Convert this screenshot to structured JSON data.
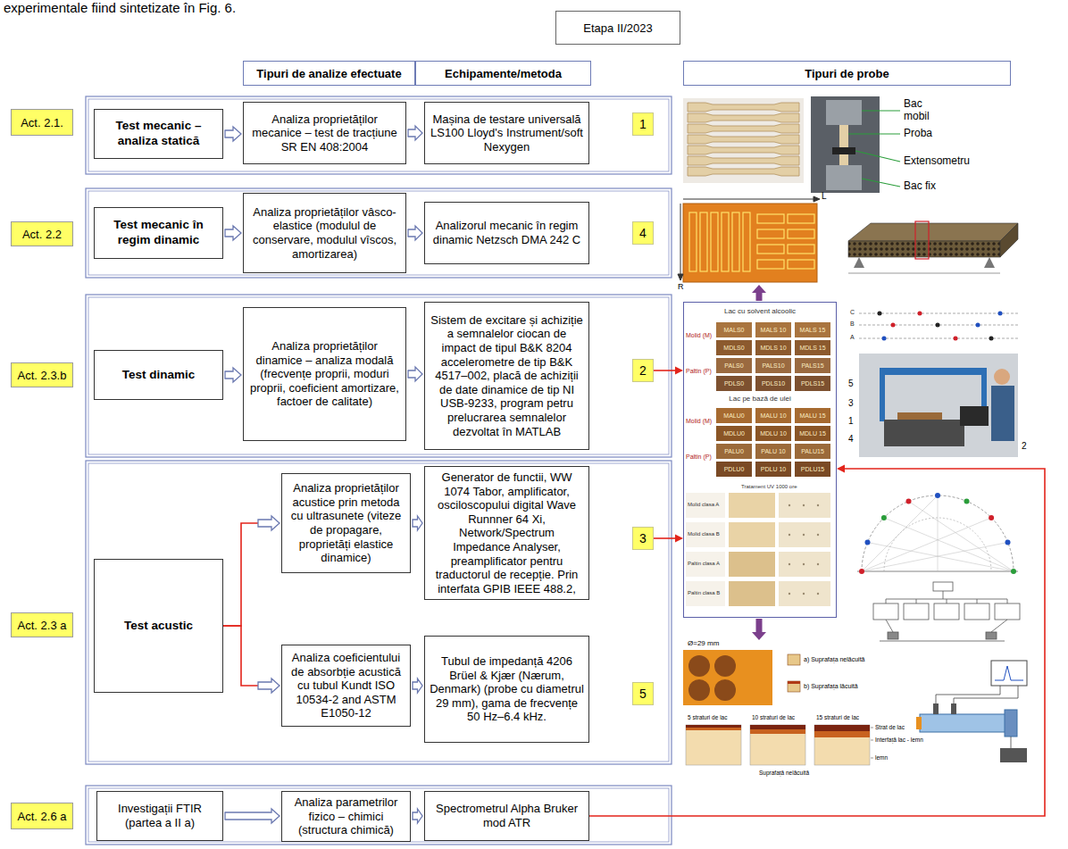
{
  "diagram": {
    "nodes": [
      {
        "text": [
          "Etapa II/2023"
        ]
      },
      {
        "text": [
          "Tipuri de analize efectuate"
        ]
      },
      {
        "text": [
          "Echipamente/metoda"
        ]
      },
      {
        "text": [
          "Tipuri de probe"
        ]
      },
      {
        "text": [
          "Act. 2.1."
        ]
      },
      {
        "text": [
          "Test mecanic – analiza statică"
        ]
      },
      {
        "text": [
          "Analiza proprietăților mecanice – test de tracțiune SR EN 408:2004"
        ]
      },
      {
        "text": [
          "Mașina de testare universală LS100 Lloyd's Instrument/soft Nexygen"
        ]
      },
      {
        "text": [
          "1"
        ]
      },
      {
        "text": [
          "Act. 2.2"
        ]
      },
      {
        "text": [
          "Test mecanic în regim dinamic"
        ]
      },
      {
        "text": [
          "Analiza proprietăților vâsco-elastice (modulul de conservare, modulul vîscos, amortizarea)"
        ]
      },
      {
        "text": [
          "Analizorul mecanic în regim dinamic Netzsch DMA 242 C"
        ]
      },
      {
        "text": [
          "4"
        ]
      },
      {
        "text": [
          "Act. 2.3.b"
        ]
      },
      {
        "text": [
          "Test dinamic"
        ]
      },
      {
        "text": [
          "Analiza proprietăților dinamice – analiza modală (frecvențe proprii, moduri proprii, coeficient amortizare, factoer de calitate)"
        ]
      },
      {
        "text": [
          "Sistem de excitare și achiziție a semnalelor ciocan de impact de tipul B&K 8204 accelerometre de tip B&K 4517–002, placă de achiziții de date dinamice de tip NI USB-9233, program petru prelucrarea semnalelor dezvoltat în MATLAB"
        ]
      },
      {
        "text": [
          "2"
        ]
      },
      {
        "text": [
          "Act. 2.3 a"
        ]
      },
      {
        "text": [
          "Test acustic"
        ]
      },
      {
        "text": [
          "Analiza proprietăților acustice prin metoda cu ultrasunete (viteze de propagare, proprietăți elastice dinamice)"
        ]
      },
      {
        "text": [
          "Generator de functii, WW 1074 Tabor, amplificator, osciloscopului digital Wave Runnner 64 Xi, Network/Spectrum Impedance Analyser, preamplificator pentru traductorul de recepție. Prin interfata GPIB IEEE 488.2,"
        ]
      },
      {
        "text": [
          "3"
        ]
      },
      {
        "text": [
          "Analiza coeficientului de absorbție acustică cu tubul Kundt ISO 10534-2 and ASTM E1050-12"
        ]
      },
      {
        "text": [
          "Tubul de impedanță 4206 Brüel & Kjær (Nærum, Denmark) (probe cu diametrul 29 mm), gama de frecvențe 50 Hz–6.4 kHz."
        ]
      },
      {
        "text": [
          "5"
        ]
      },
      {
        "text": [
          "Act. 2.6 a"
        ]
      },
      {
        "text": [
          "Investigații FTIR (partea a II a)"
        ]
      },
      {
        "text": [
          "Analiza parametrilor fizico – chimici (structura chimică)"
        ]
      },
      {
        "text": [
          "Spectrometrul Alpha Bruker mod ATR"
        ]
      },
      {
        "text": [
          "Lac cu solvent alcoolic",
          "Lac pe bază de ulei"
        ]
      },
      {
        "text": [
          "MALS0"
        ],
        "in": 31
      },
      {
        "text": [
          "MALS 10"
        ],
        "in": 31
      },
      {
        "text": [
          "MALS 15"
        ],
        "in": 31
      },
      {
        "text": [
          "MDLS0"
        ],
        "in": 31
      },
      {
        "text": [
          "MDLS 10"
        ],
        "in": 31
      },
      {
        "text": [
          "MDLS 15"
        ],
        "in": 31
      },
      {
        "text": [
          "PALS0"
        ],
        "in": 31
      },
      {
        "text": [
          "PALS10"
        ],
        "in": 31
      },
      {
        "text": [
          "PALS15"
        ],
        "in": 31
      },
      {
        "text": [
          "PDLS0"
        ],
        "in": 31
      },
      {
        "text": [
          "PDLS10"
        ],
        "in": 31
      },
      {
        "text": [
          "PDLS15"
        ],
        "in": 31
      },
      {
        "text": [
          "MALU0"
        ],
        "in": 31
      },
      {
        "text": [
          "MALU 10"
        ],
        "in": 31
      },
      {
        "text": [
          "MALU 15"
        ],
        "in": 31
      },
      {
        "text": [
          "MDLU0"
        ],
        "in": 31
      },
      {
        "text": [
          "MDLU 10"
        ],
        "in": 31
      },
      {
        "text": [
          "MDLU 15"
        ],
        "in": 31
      },
      {
        "text": [
          "PALU0"
        ],
        "in": 31
      },
      {
        "text": [
          "PALU 10"
        ],
        "in": 31
      },
      {
        "text": [
          "PALU15"
        ],
        "in": 31
      },
      {
        "text": [
          "PDLU0"
        ],
        "in": 31
      },
      {
        "text": [
          "PDLU 10"
        ],
        "in": 31
      },
      {
        "text": [
          "PDLU15"
        ],
        "in": 31
      }
    ],
    "edges": [
      {
        "from": 5,
        "to": 6,
        "arrow": "to"
      },
      {
        "from": 6,
        "to": 7,
        "arrow": "to"
      },
      {
        "from": 10,
        "to": 11,
        "arrow": "to"
      },
      {
        "from": 11,
        "to": 12,
        "arrow": "to"
      },
      {
        "from": 15,
        "to": 16,
        "arrow": "to"
      },
      {
        "from": 16,
        "to": 17,
        "arrow": "to"
      },
      {
        "from": 20,
        "to": 21,
        "arrow": "to"
      },
      {
        "from": 20,
        "to": 24,
        "arrow": "to"
      },
      {
        "from": 21,
        "to": 22,
        "arrow": "to"
      },
      {
        "from": 24,
        "to": 25,
        "arrow": "to"
      },
      {
        "from": 28,
        "to": 29,
        "arrow": "to"
      },
      {
        "from": 29,
        "to": 30,
        "arrow": "to"
      },
      {
        "from": 18,
        "to": 31,
        "arrow": "to"
      },
      {
        "from": 23,
        "to": 31,
        "arrow": "to"
      },
      {
        "from": 30,
        "to": 31,
        "arrow": "to"
      }
    ],
    "labels": [
      "experimentale fiind sintetizate în Fig. 6.",
      "Bac mobil",
      "Proba",
      "Extensometru",
      "Bac fix",
      "L",
      "R",
      "Molid (M)",
      "Paltin (P)",
      "Molid (M)",
      "Paltin (P)",
      "Molid clasa A",
      "Molid clasa B",
      "Paltin clasa A",
      "Paltin clasa B",
      "Tratament UV 1000 ore",
      "C",
      "B",
      "A",
      "5",
      "3",
      "1",
      "4",
      "2",
      "Ø=29 mm",
      "a) Suprafața nelăcuită",
      "b) Suprafața lăcuită",
      "5 straturi de lac",
      "10 straturi de lac",
      "15 straturi de lac",
      "Strat de lac",
      "Interfață lac - lemn",
      "lemn",
      "Suprafață nelăcuită"
    ]
  }
}
